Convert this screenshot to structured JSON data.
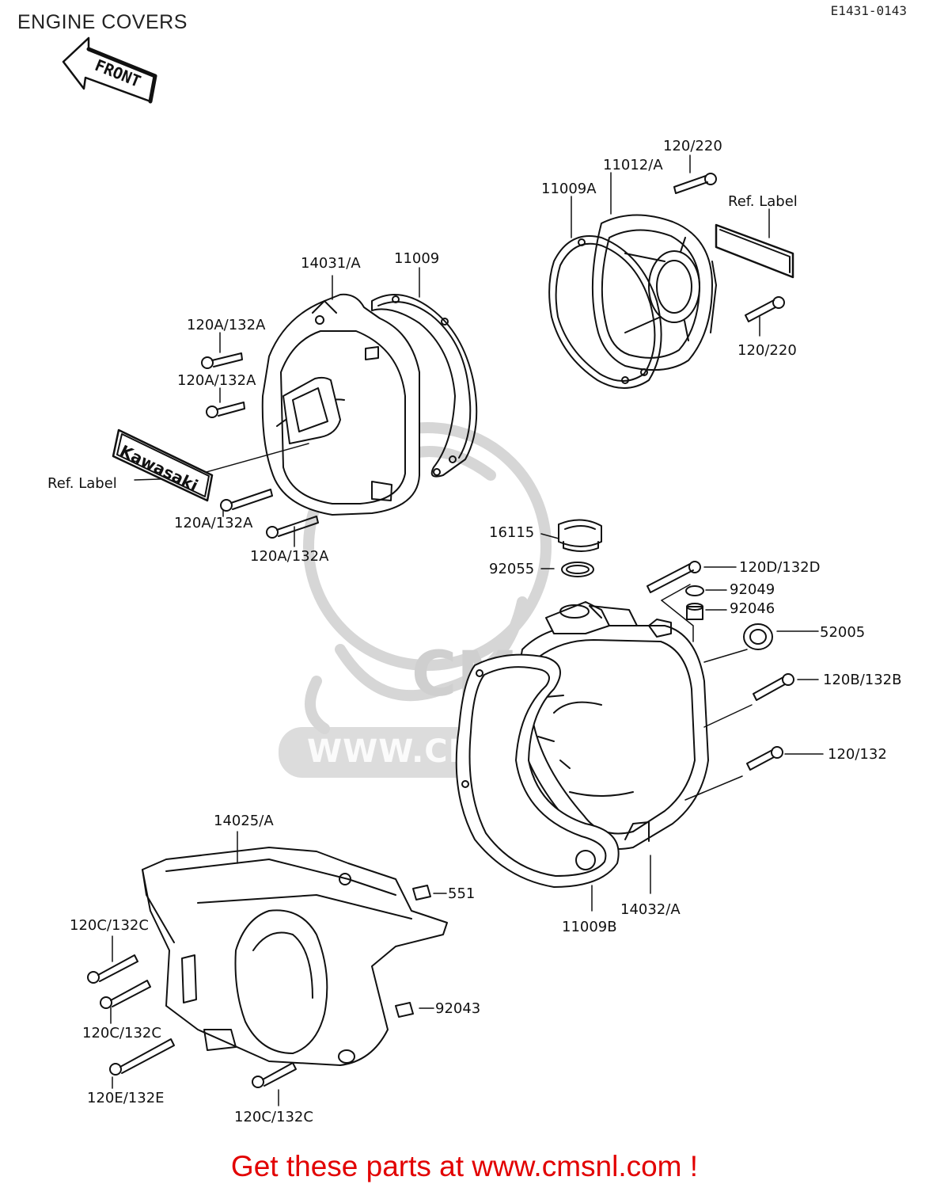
{
  "header": {
    "title": "ENGINE COVERS",
    "code": "E1431-0143"
  },
  "front_arrow": {
    "label": "FRONT"
  },
  "watermark": {
    "text": "WWW.CMSNL.COM",
    "logo": "CMS"
  },
  "badge": {
    "text": "Kawasaki"
  },
  "labels": {
    "p14031": "14031/A",
    "p11009": "11009",
    "p120a_1": "120A/132A",
    "p120a_2": "120A/132A",
    "p120a_3": "120A/132A",
    "p120a_4": "120A/132A",
    "ref_label_left": "Ref.  Label",
    "p11009a": "11009A",
    "p11012": "11012/A",
    "p120_220_top": "120/220",
    "p120_220_bot": "120/220",
    "ref_label_right": "Ref.  Label",
    "p16115": "16115",
    "p92055": "92055",
    "p120d": "120D/132D",
    "p92049": "92049",
    "p92046": "92046",
    "p52005": "52005",
    "p120b": "120B/132B",
    "p120_132": "120/132",
    "p14032": "14032/A",
    "p11009b": "11009B",
    "p14025": "14025/A",
    "p551": "551",
    "p92043": "92043",
    "p120c_1": "120C/132C",
    "p120c_2": "120C/132C",
    "p120c_3": "120C/132C",
    "p120e": "120E/132E"
  },
  "footer": {
    "text": "Get these parts at www.cmsnl.com !"
  }
}
